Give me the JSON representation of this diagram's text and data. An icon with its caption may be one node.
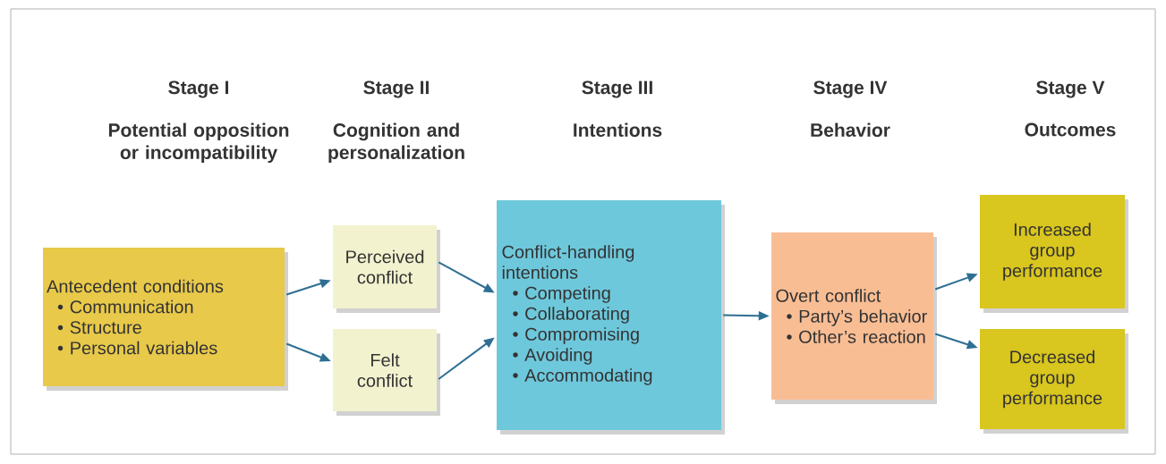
{
  "diagram": {
    "nodes": [
      {
        "text": [
          "Antecedent conditions",
          "• Communication",
          "• Structure",
          "• Personal variables"
        ]
      },
      {
        "text": [
          "Perceived conflict"
        ]
      },
      {
        "text": [
          "Felt conflict"
        ]
      },
      {
        "text": [
          "Conflict-handling intentions",
          "• Competing",
          "• Collaborating",
          "• Compromising",
          "• Avoiding",
          "• Accommodating"
        ]
      },
      {
        "text": [
          "Overt conflict",
          "• Party’s behavior",
          "• Other’s reaction"
        ]
      },
      {
        "text": [
          "Increased group performance"
        ]
      },
      {
        "text": [
          "Decreased group performance"
        ]
      }
    ],
    "edges": [
      {
        "from": 0,
        "to": 1,
        "arrow": "to"
      },
      {
        "from": 0,
        "to": 2,
        "arrow": "to"
      },
      {
        "from": 1,
        "to": 3,
        "arrow": "to"
      },
      {
        "from": 2,
        "to": 3,
        "arrow": "to"
      },
      {
        "from": 3,
        "to": 4,
        "arrow": "to"
      },
      {
        "from": 4,
        "to": 5,
        "arrow": "to"
      },
      {
        "from": 4,
        "to": 6,
        "arrow": "to"
      }
    ],
    "labels": [
      "Stage I",
      "Stage II",
      "Stage III",
      "Stage IV",
      "Stage V",
      "Potential opposition or incompatibility",
      "Cognition and personalization",
      "Intentions",
      "Behavior",
      "Outcomes"
    ]
  }
}
